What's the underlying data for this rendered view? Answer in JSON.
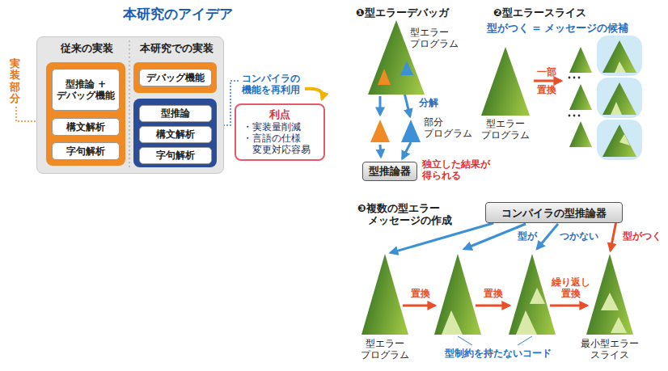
{
  "diagram": {
    "title": "本研究のアイデア",
    "nodes": [
      {
        "text": [
          "従来の実装",
          "本研究での実装"
        ]
      },
      {
        "text": [
          "型推論 + デバッグ機能"
        ],
        "in": 0
      },
      {
        "text": [
          "構文解析"
        ],
        "in": 0
      },
      {
        "text": [
          "字句解析"
        ],
        "in": 0
      },
      {
        "text": [
          "デバッグ機能"
        ],
        "in": 0
      },
      {
        "text": [
          "型推論"
        ],
        "in": 0
      },
      {
        "text": [
          "構文解析"
        ],
        "in": 0
      },
      {
        "text": [
          "字句解析"
        ],
        "in": 0
      },
      {
        "text": [
          "利点",
          "・実装量削減",
          "・言語の仕様 変更対応容易"
        ]
      },
      {
        "text": [
          "型エラー プログラム"
        ]
      },
      {
        "text": [
          "部分 プログラム"
        ]
      },
      {
        "text": [
          "型推論器"
        ]
      },
      {
        "text": [
          "型エラー プログラム"
        ]
      },
      {
        "text": [
          "コンパイラの型推論器"
        ]
      },
      {
        "text": [
          "型エラー プログラム"
        ]
      },
      {
        "text": [
          "最小型エラー スライス"
        ]
      }
    ],
    "edges": [
      {
        "from": 9,
        "to": 10,
        "label": "分解",
        "arrow": "to"
      },
      {
        "from": 10,
        "to": 11,
        "arrow": "to"
      },
      {
        "from": 13,
        "to": 14,
        "arrow": "to"
      },
      {
        "from": 13,
        "to": 15,
        "label": "型がつく",
        "arrow": "to"
      }
    ],
    "labels": [
      "❶型エラーデバッガ",
      "❷型エラースライス",
      "❸複数の型エラー メッセージの作成",
      "実装部分",
      "コンパイラの 機能を再利用",
      "独立した結果が 得られる",
      "型がつく = メッセージの候補",
      "一部",
      "置換",
      "型が",
      "つかない",
      "置換",
      "置換",
      "繰り返し 置換",
      "型制約を持たないコード"
    ]
  }
}
